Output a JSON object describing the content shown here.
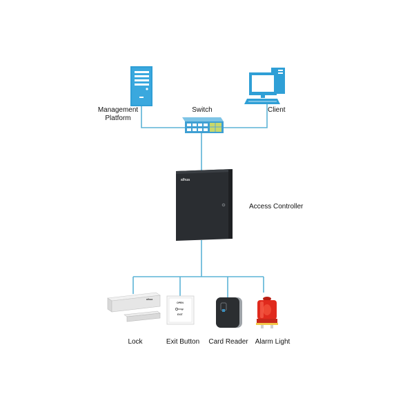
{
  "labels": {
    "management_platform_line1": "Management",
    "management_platform_line2": "Platform",
    "switch": "Switch",
    "client": "Client",
    "access_controller": "Access Controller",
    "lock": "Lock",
    "exit_button": "Exit Button",
    "card_reader": "Card Reader",
    "alarm_light": "Alarm Light"
  },
  "device_markings": {
    "controller_brand": "alhua",
    "exit_sign_top": "OPEN",
    "exit_sign_bottom": "EXIT",
    "lock_brand": "alhua"
  },
  "colors": {
    "connector_line": "#5bb3d6",
    "server_blue": "#2f9fd6",
    "controller_body": "#2a2d31",
    "alarm_red": "#e02a1d"
  },
  "icons": {
    "management_platform": "server-tower-icon",
    "client": "desktop-computer-icon",
    "switch": "network-switch-icon",
    "access_controller": "controller-cabinet-icon",
    "lock": "magnetic-lock-icon",
    "exit_button": "exit-button-icon",
    "card_reader": "card-reader-icon",
    "alarm_light": "alarm-light-icon"
  }
}
